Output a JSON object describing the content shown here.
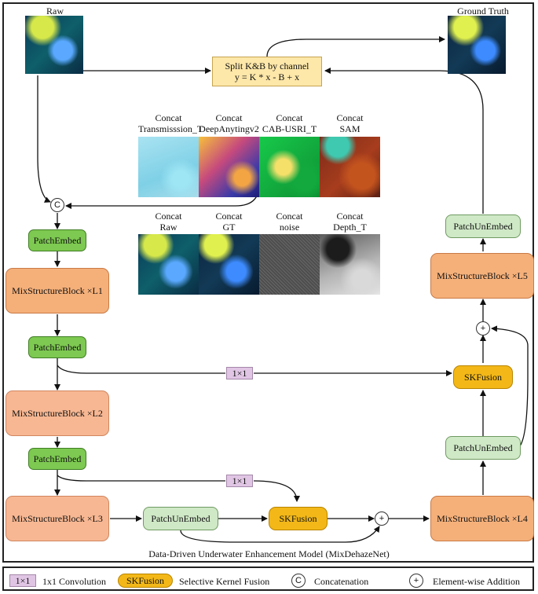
{
  "top": {
    "raw_label": "Raw",
    "gt_label": "Ground Truth",
    "split_line1": "Split K&B by channel",
    "split_line2": "y = K * x - B + x"
  },
  "concat_row1": [
    {
      "prefix": "Concat",
      "name": "Transmisssion_T"
    },
    {
      "prefix": "Concat",
      "name": "DeepAnytingv2"
    },
    {
      "prefix": "Concat",
      "name": "CAB-USRI_T"
    },
    {
      "prefix": "Concat",
      "name": "SAM"
    }
  ],
  "concat_row2": [
    {
      "prefix": "Concat",
      "name": "Raw"
    },
    {
      "prefix": "Concat",
      "name": "GT"
    },
    {
      "prefix": "Concat",
      "name": "noise"
    },
    {
      "prefix": "Concat",
      "name": "Depth_T"
    }
  ],
  "encoder": {
    "patch_embed": "PatchEmbed",
    "block_l1": "MixStructureBlock ×L1",
    "block_l2": "MixStructureBlock ×L2",
    "block_l3": "MixStructureBlock ×L3"
  },
  "decoder": {
    "patch_unembed": "PatchUnEmbed",
    "skfusion": "SKFusion",
    "block_l4": "MixStructureBlock ×L4",
    "block_l5": "MixStructureBlock ×L5"
  },
  "ops": {
    "conv1x1": "1×1",
    "concat_symbol": "C",
    "add_symbol": "+"
  },
  "caption": "Data-Driven Underwater Enhancement Model (MixDehazeNet)",
  "legend": {
    "conv_symbol": "1×1",
    "conv_text": "1x1 Convolution",
    "skf_symbol": "SKFusion",
    "skf_text": "Selective Kernel Fusion",
    "concat_symbol": "C",
    "concat_text": "Concatenation",
    "add_symbol": "+",
    "add_text": "Element-wise Addition"
  }
}
